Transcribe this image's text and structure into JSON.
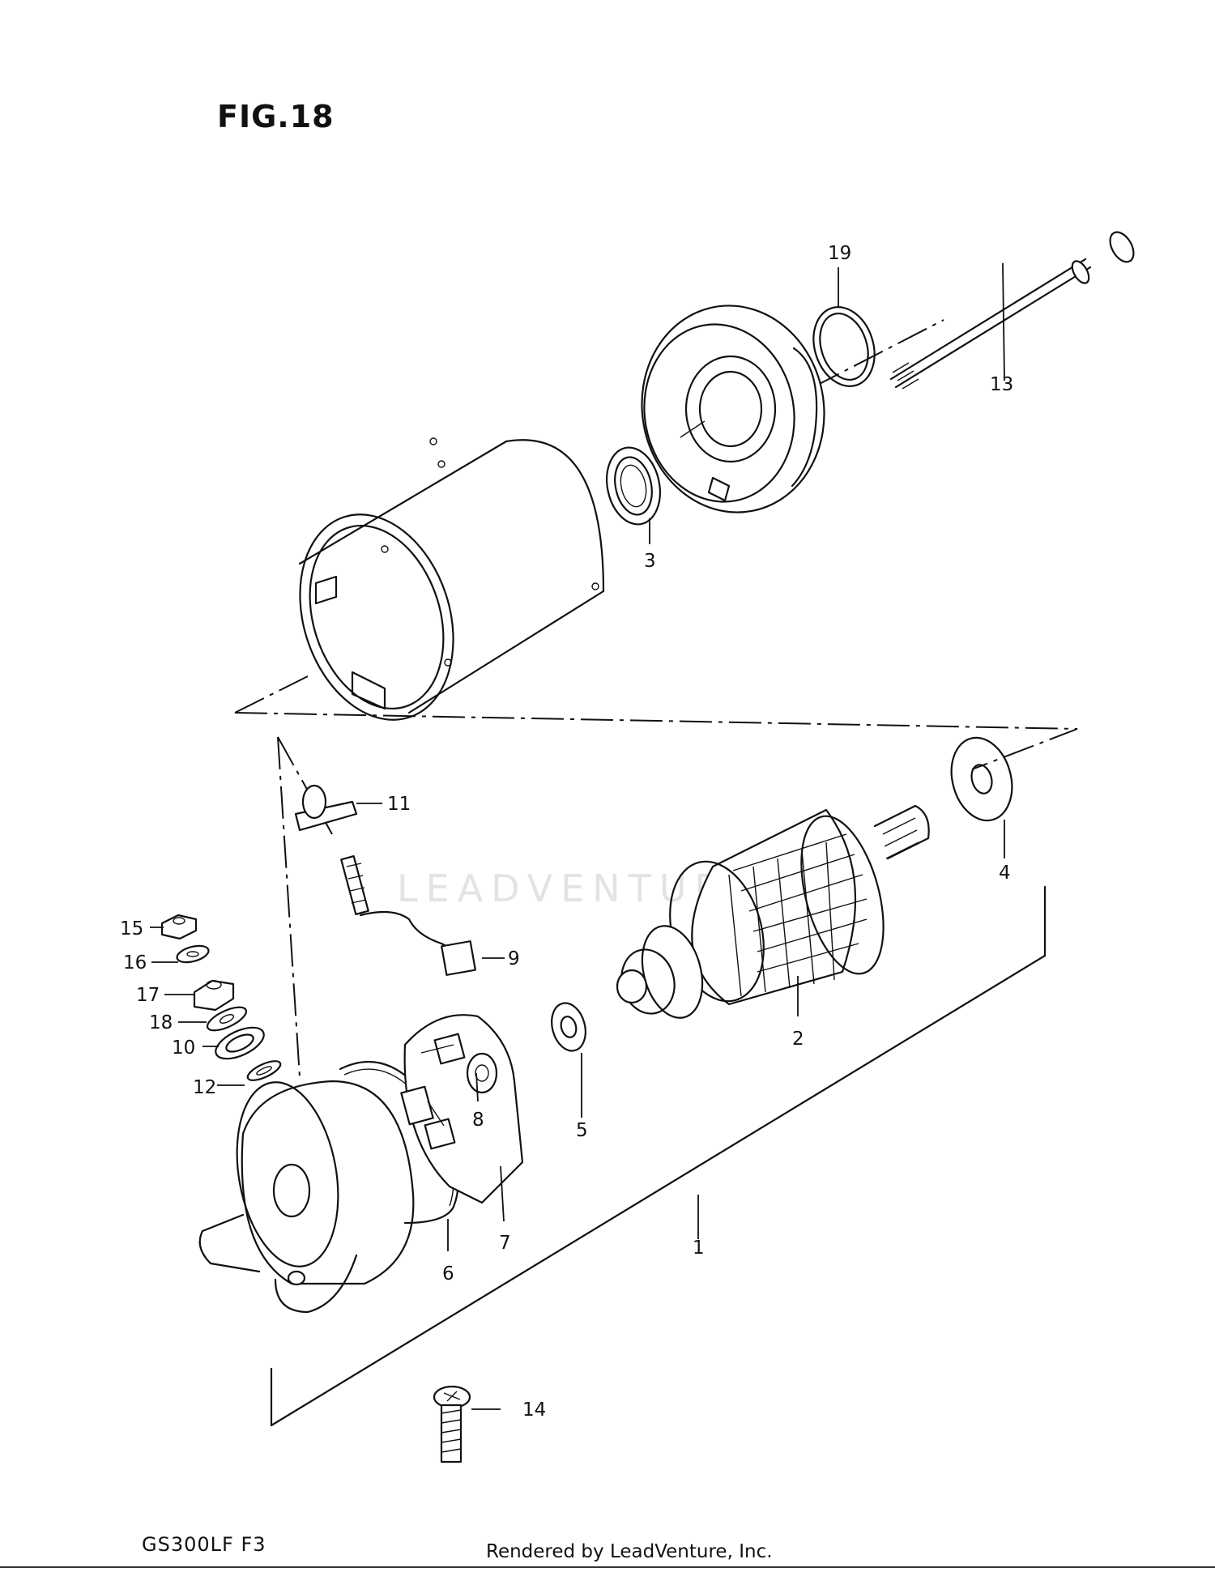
{
  "figure": {
    "title": "FIG.18",
    "model_code": "GS300LF  F3",
    "footer": "Rendered by LeadVenture, Inc.",
    "watermark": "LEADVENTURE"
  },
  "callouts": [
    {
      "id": "1",
      "label": "1"
    },
    {
      "id": "2",
      "label": "2"
    },
    {
      "id": "3",
      "label": "3"
    },
    {
      "id": "4",
      "label": "4"
    },
    {
      "id": "5",
      "label": "5"
    },
    {
      "id": "6",
      "label": "6"
    },
    {
      "id": "7",
      "label": "7"
    },
    {
      "id": "8",
      "label": "8"
    },
    {
      "id": "9",
      "label": "9"
    },
    {
      "id": "10",
      "label": "10"
    },
    {
      "id": "11",
      "label": "11"
    },
    {
      "id": "12",
      "label": "12"
    },
    {
      "id": "13",
      "label": "13"
    },
    {
      "id": "14",
      "label": "14"
    },
    {
      "id": "15",
      "label": "15"
    },
    {
      "id": "16",
      "label": "16"
    },
    {
      "id": "17",
      "label": "17"
    },
    {
      "id": "18",
      "label": "18"
    },
    {
      "id": "19",
      "label": "19"
    }
  ]
}
